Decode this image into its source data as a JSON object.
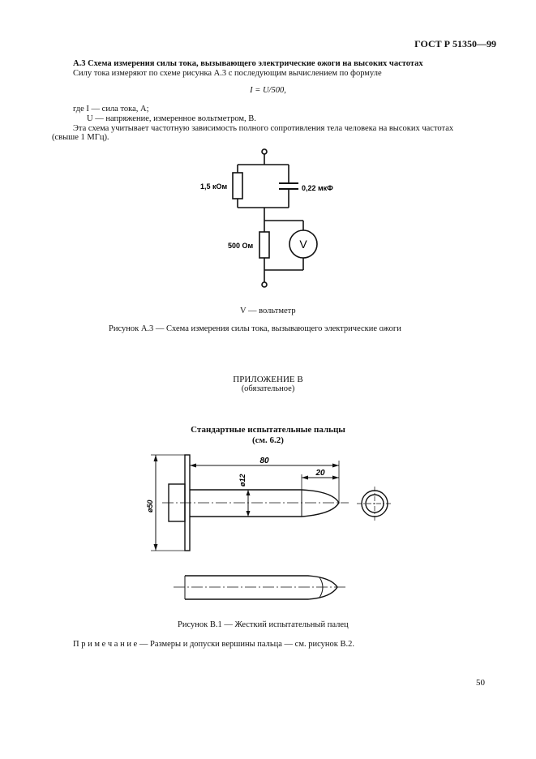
{
  "header": {
    "standard": "ГОСТ Р 51350—99"
  },
  "section_a3": {
    "heading": "А.3 Схема измерения силы тока, вызывающего электрические ожоги на высоких частотах",
    "intro": "Силу тока измеряют по схеме рисунка А.3 с последующим вычислением по формуле",
    "formula": "I = U/500,",
    "where_i": "где I — сила тока, А;",
    "where_u": "U — напряжение, измеренное вольтметром, В.",
    "note_line1": "Эта схема учитывает частотную зависимость полного сопротивления тела человека на высоких частотах",
    "note_line2": "(свыше 1 МГц)."
  },
  "figure_a3": {
    "r1_label": "1,5 кОм",
    "c_label": "0,22 мкФ",
    "r2_label": "500 Ом",
    "voltmeter_symbol": "V",
    "legend": "V — вольтметр",
    "caption": "Рисунок А.3 — Схема измерения силы тока, вызывающего электрические ожоги"
  },
  "appendix_b": {
    "title": "ПРИЛОЖЕНИЕ В",
    "subtitle": "(обязательное)",
    "heading_line1": "Стандартные испытательные пальцы",
    "heading_line2": "(см. 6.2)"
  },
  "figure_b1": {
    "dim_length": "80",
    "dim_tip": "20",
    "dim_finger_dia": "ø12",
    "dim_stop_dia": "ø50",
    "caption": "Рисунок В.1 — Жесткий испытательный палец"
  },
  "note": {
    "label": "П р и м е ч а н и е",
    "text": " — Размеры и допуски вершины пальца — см. рисунок В.2."
  },
  "footer": {
    "page_number": "50"
  }
}
